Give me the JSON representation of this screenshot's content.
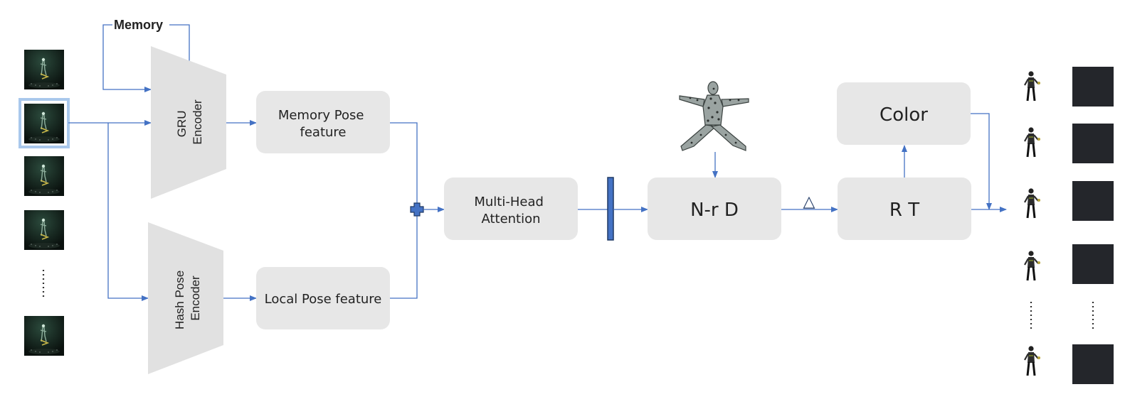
{
  "labels": {
    "memory": "Memory",
    "gru_encoder": [
      "GRU",
      "Encoder"
    ],
    "hash_encoder": [
      "Hash Pose",
      "Encoder"
    ],
    "memory_pose_feature": [
      "Memory Pose",
      "feature"
    ],
    "local_pose_feature": "Local Pose feature",
    "multi_head_attention": [
      "Multi-Head",
      "Attention"
    ],
    "nrd": "N-r D",
    "rt": "R T",
    "color": "Color",
    "delta": "△",
    "plus": "✚"
  },
  "colors": {
    "arrow": "#4472c4",
    "box_fill": "#e7e7e7",
    "encoder_fill": "#e1e1e1",
    "frame_dark": "#0e1713",
    "highlight_border": "#a9c8ec",
    "bar_fill": "#4472c4",
    "bar_stroke": "#1f3864",
    "output_square": "#24262b"
  }
}
